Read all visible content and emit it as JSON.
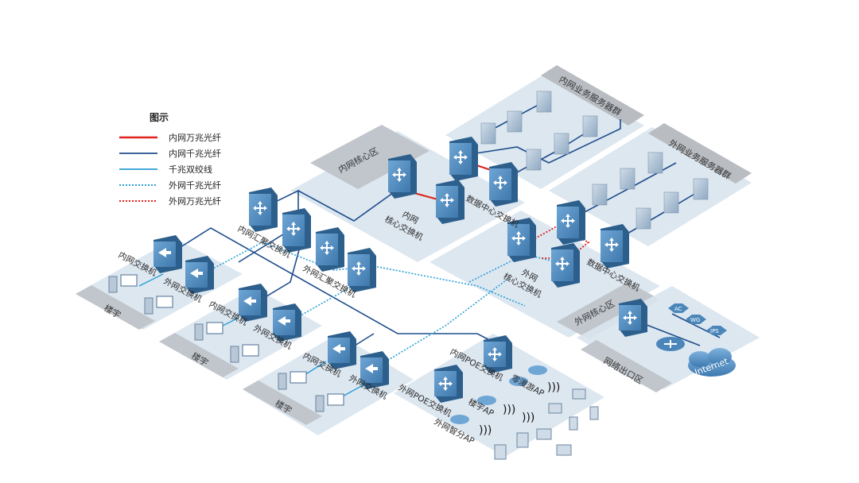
{
  "legend": {
    "title": "图示",
    "items": [
      {
        "label": "内网万兆光纤",
        "color": "#e0231c",
        "style": "solid"
      },
      {
        "label": "内网千兆光纤",
        "color": "#1f4e8c",
        "style": "solid"
      },
      {
        "label": "千兆双绞线",
        "color": "#2a9fd6",
        "style": "solid"
      },
      {
        "label": "外网千兆光纤",
        "color": "#2a9fd6",
        "style": "dotted"
      },
      {
        "label": "外网万兆光纤",
        "color": "#e0231c",
        "style": "dotted"
      }
    ]
  },
  "zones": {
    "inner_core": "内网核心区",
    "inner_servers": "内网业务服务器群",
    "outer_servers": "外网业务服务器群",
    "outer_core": "外网核心区",
    "exit": "网络出口区",
    "building1": "楼宇",
    "building2": "楼宇",
    "building3": "楼宇"
  },
  "labels": {
    "inner_core_switch": "内网核心交换机",
    "inner_core_a": "内网",
    "inner_core_b": "核心交换机",
    "dc_switch_inner": "数据中心交换机",
    "outer_core_a": "外网",
    "outer_core_b": "核心交换机",
    "dc_switch_outer": "数据中心交换机",
    "inner_agg": "内网汇聚交换机",
    "outer_agg": "外网汇聚交换机",
    "b1_inner": "内网交换机",
    "b1_outer": "外网交换机",
    "b2_inner": "内网交换机",
    "b2_outer": "外网交换机",
    "b3_inner": "内网交换机",
    "b3_outer": "外网交换机",
    "inner_poe": "内网POE交换机",
    "outer_poe": "外网POE交换机",
    "zero_ap": "零漫游AP",
    "building_ap": "楼宇AP",
    "outer_smart_ap": "外网智分AP",
    "internet": "Internet",
    "router_a": "AC",
    "router_wg": "WG",
    "router_ips": "IPS"
  },
  "colors": {
    "zone_fill": "#d9e4ee",
    "zone_header": "#b9bdc2",
    "inner_10g": "#e0231c",
    "inner_1g": "#1f4e8c",
    "twisted": "#2a9fd6",
    "outer_1g": "#2a9fd6",
    "device_face": "#4a86b9",
    "device_side": "#2d5f8c"
  }
}
